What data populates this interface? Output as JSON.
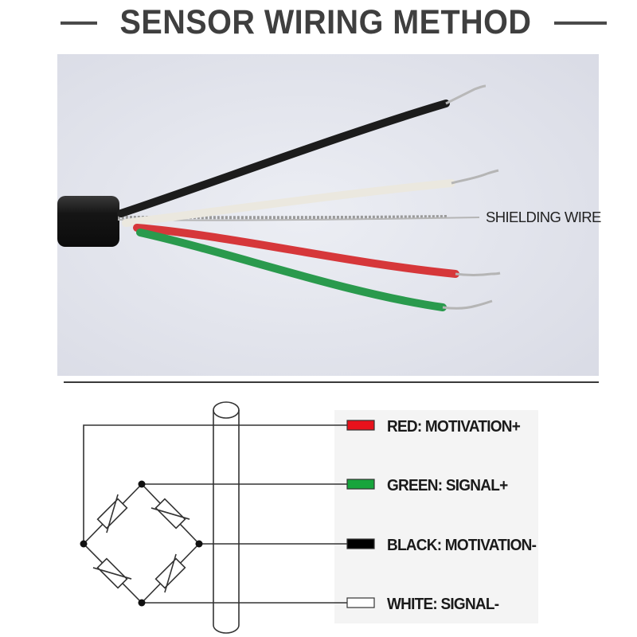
{
  "title": "SENSOR WIRING METHOD",
  "photo": {
    "shielding_label": "SHIELDING WIRE",
    "wire_colors": {
      "black": "#1c1c1c",
      "white": "#e9e6dd",
      "red": "#d6373a",
      "green": "#2a9a4d",
      "jacket": "#161616",
      "background": "#e8e9f0"
    }
  },
  "diagram": {
    "wires": [
      {
        "label": "RED: MOTIVATION+",
        "color": "#e8121c"
      },
      {
        "label": "GREEN: SIGNAL+",
        "color": "#17a53c"
      },
      {
        "label": "BLACK: MOTIVATION-",
        "color": "#000000"
      },
      {
        "label": "WHITE: SIGNAL-",
        "color": "#ffffff"
      }
    ]
  }
}
